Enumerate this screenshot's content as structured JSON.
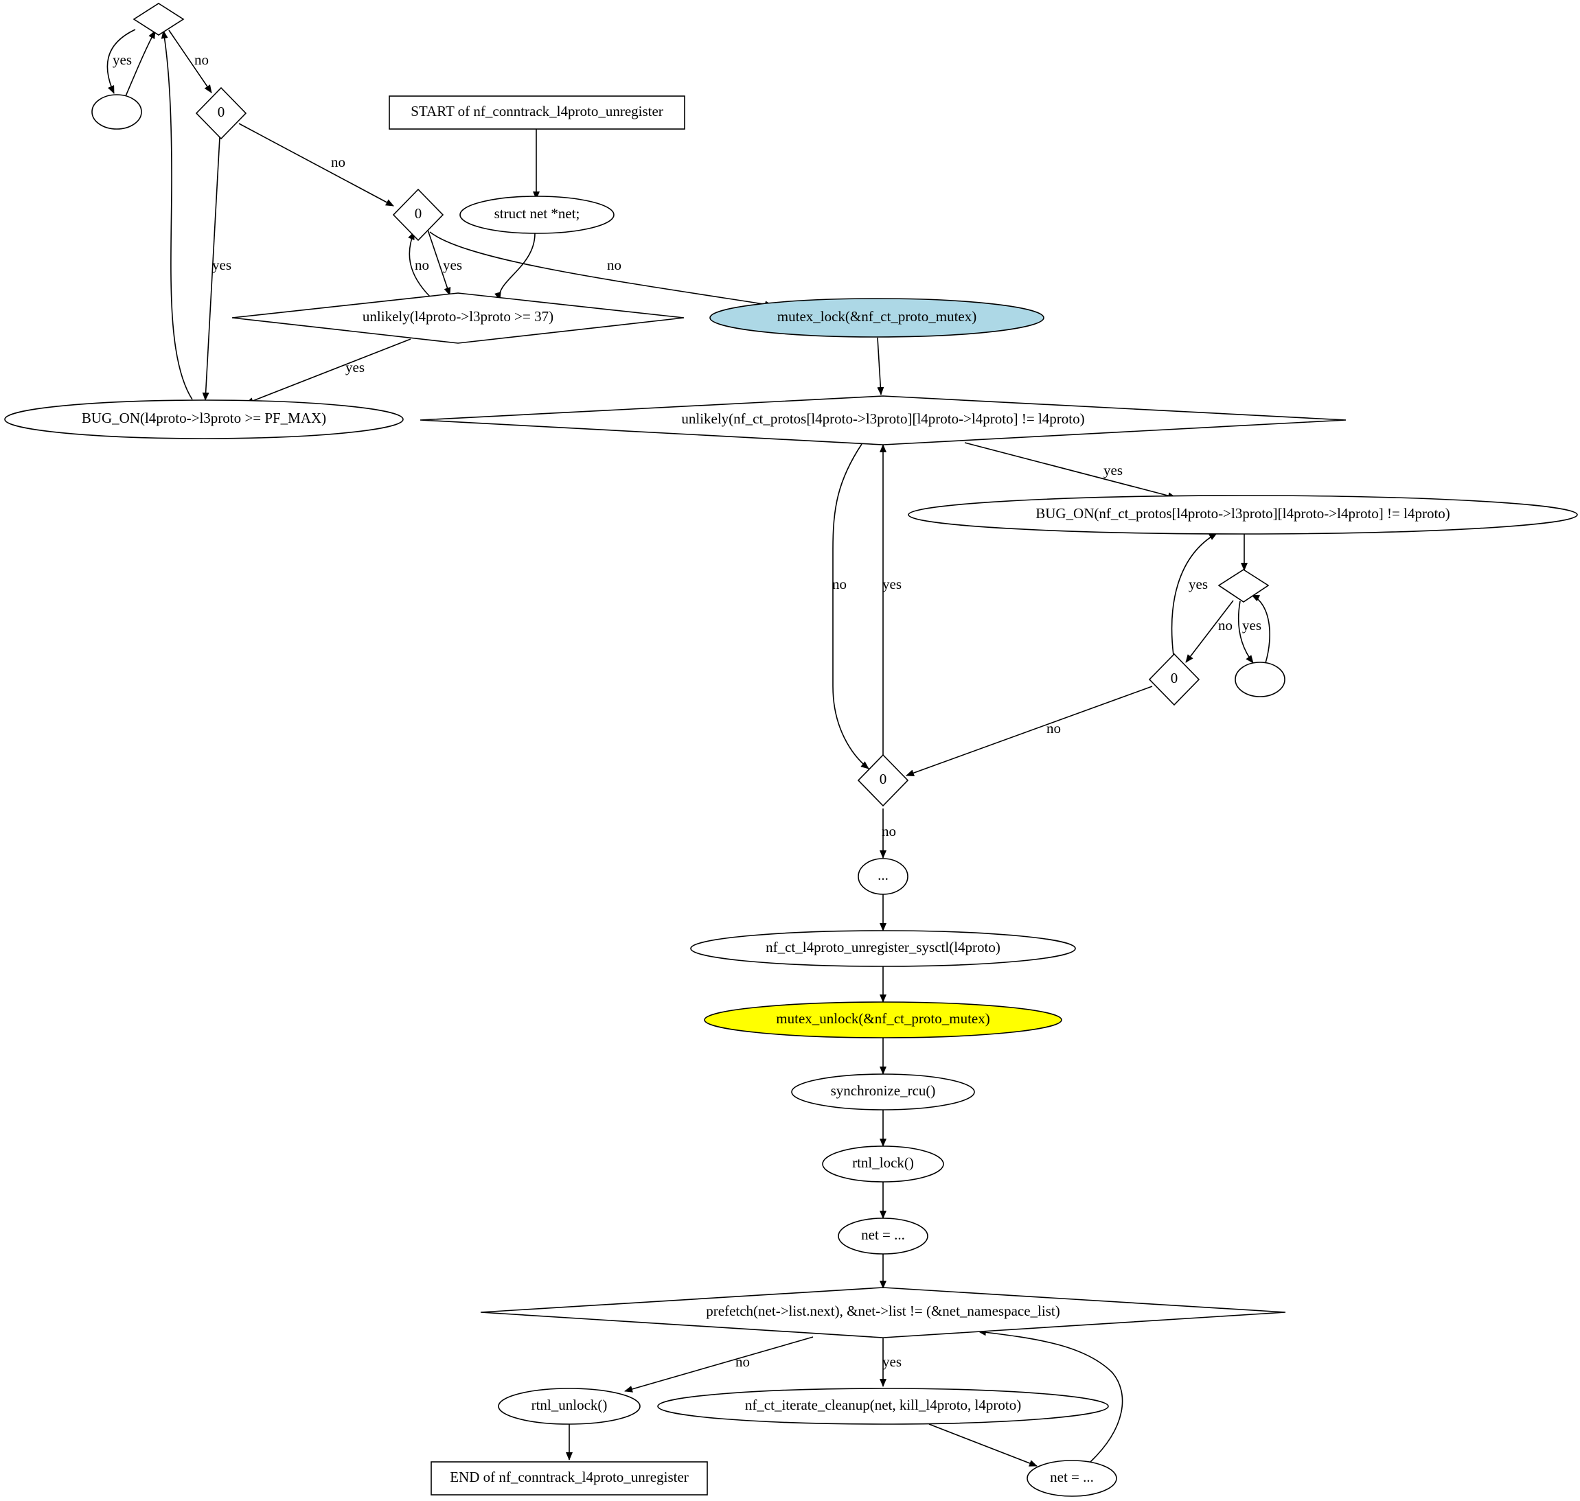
{
  "colors": {
    "mutex_lock_fill": "#add8e6",
    "mutex_unlock_fill": "#ffff00",
    "default_fill": "#ffffff",
    "stroke": "#000000"
  },
  "nodes": {
    "start": "START of nf_conntrack_l4proto_unregister",
    "struct_net": "struct net *net;",
    "unlikely_l3": "unlikely(l4proto->l3proto >= 37)",
    "bug_on_pfmax": "BUG_ON(l4proto->l3proto >= PF_MAX)",
    "top_diamond": "",
    "top_loop_ellipse": "",
    "zero_a": "0",
    "zero_b": "0",
    "mutex_lock": "mutex_lock(&nf_ct_proto_mutex)",
    "unlikely_protos": "unlikely(nf_ct_protos[l4proto->l3proto][l4proto->l4proto] != l4proto)",
    "bug_on_protos": "BUG_ON(nf_ct_protos[l4proto->l3proto][l4proto->l4proto] != l4proto)",
    "right_diamond": "",
    "right_loop_ellipse": "",
    "zero_c": "0",
    "zero_d": "0",
    "ellipsis": "...",
    "unregister_sysctl": "nf_ct_l4proto_unregister_sysctl(l4proto)",
    "mutex_unlock": "mutex_unlock(&nf_ct_proto_mutex)",
    "synchronize_rcu": "synchronize_rcu()",
    "rtnl_lock": "rtnl_lock()",
    "net_assign_1": "net = ...",
    "prefetch": "prefetch(net->list.next), &net->list != (&net_namespace_list)",
    "rtnl_unlock": "rtnl_unlock()",
    "iterate_cleanup": "nf_ct_iterate_cleanup(net, kill_l4proto, l4proto)",
    "end": "END of nf_conntrack_l4proto_unregister",
    "net_assign_2": "net = ..."
  },
  "edge_labels": {
    "yes": "yes",
    "no": "no"
  }
}
